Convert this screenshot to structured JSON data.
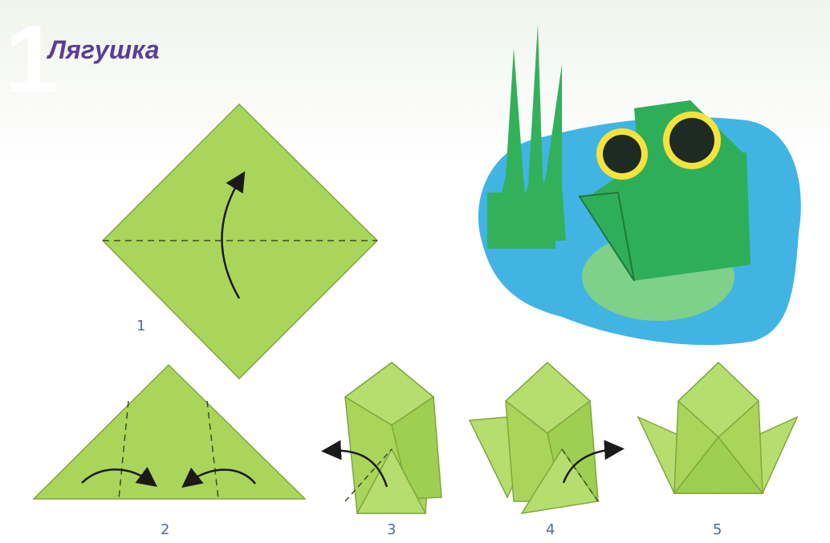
{
  "title": {
    "number": "1",
    "text": "Лягушка"
  },
  "steps": [
    {
      "label": "1"
    },
    {
      "label": "2"
    },
    {
      "label": "3"
    },
    {
      "label": "4"
    },
    {
      "label": "5"
    }
  ],
  "colors": {
    "paper": "#a9d65a",
    "paper_dark": "#8cc04a",
    "water": "#42b4e4",
    "frog_green": "#2fae5a",
    "lily_green": "#7fd089",
    "eye_ring": "#f6e23c",
    "label_blue": "#4d6e9a",
    "title_purple": "#5a3e96"
  }
}
